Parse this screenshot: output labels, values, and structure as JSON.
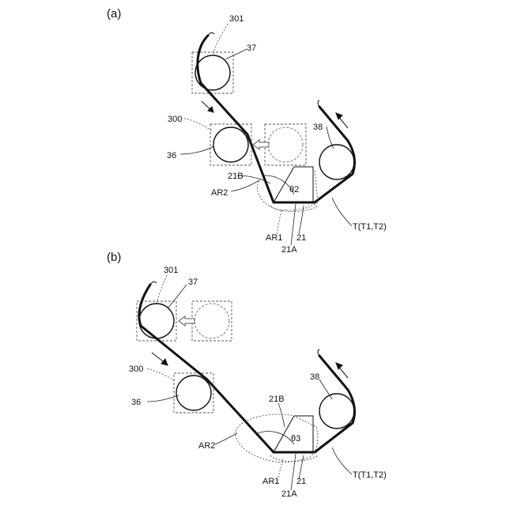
{
  "panels": [
    {
      "label": "(a)",
      "refs": {
        "r301": "301",
        "r37": "37",
        "r300": "300",
        "r36": "36",
        "r38": "38",
        "r21B": "21B",
        "rAR2": "AR2",
        "rTheta": "θ2",
        "rAR1": "AR1",
        "r21": "21",
        "r21A": "21A",
        "rT": "T(T1,T2)"
      }
    },
    {
      "label": "(b)",
      "refs": {
        "r301": "301",
        "r37": "37",
        "r300": "300",
        "r36": "36",
        "r38": "38",
        "r21B": "21B",
        "rAR2": "AR2",
        "rTheta": "θ3",
        "rAR1": "AR1",
        "r21": "21",
        "r21A": "21A",
        "rT": "T(T1,T2)"
      }
    }
  ]
}
